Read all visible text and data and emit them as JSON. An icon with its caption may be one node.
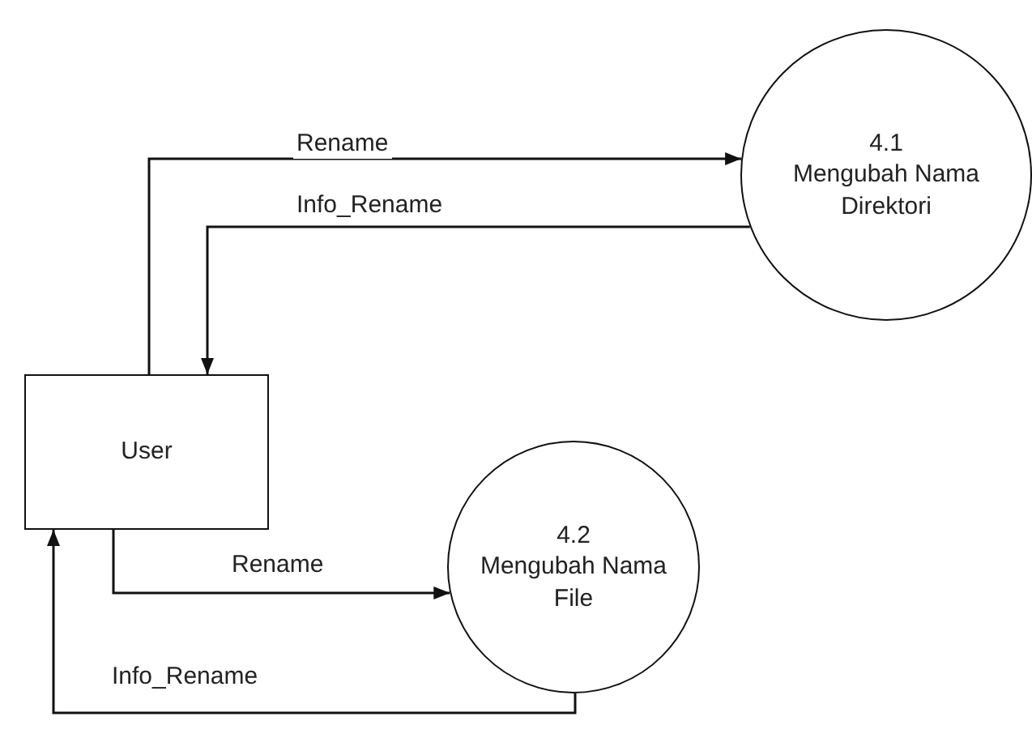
{
  "diagram": {
    "nodes": [
      {
        "text": [
          "User"
        ]
      },
      {
        "text": [
          "4.1",
          "Mengubah Nama Direktori"
        ]
      },
      {
        "text": [
          "4.2",
          "Mengubah Nama File"
        ]
      }
    ],
    "edges": [
      {
        "from": 0,
        "to": 1,
        "arrow": "to",
        "label": "Rename"
      },
      {
        "from": 1,
        "to": 0,
        "arrow": "to",
        "label": "Info_Rename"
      },
      {
        "from": 0,
        "to": 2,
        "arrow": "to",
        "label": "Rename"
      },
      {
        "from": 2,
        "to": 0,
        "arrow": "to",
        "label": "Info_Rename"
      }
    ]
  }
}
